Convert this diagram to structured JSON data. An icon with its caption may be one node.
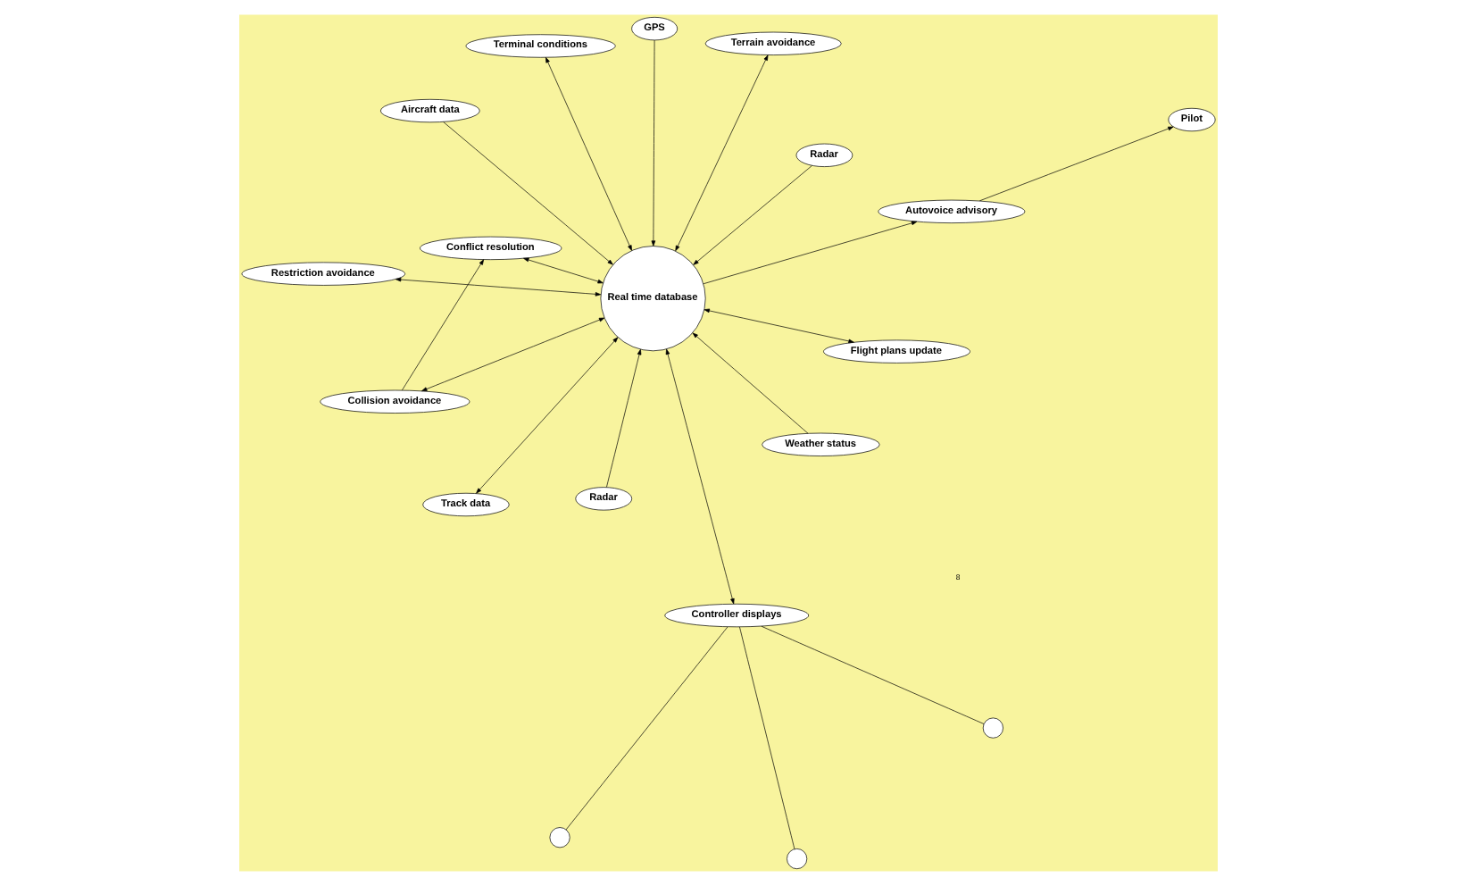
{
  "diagram": {
    "nodes": [
      {
        "text": [
          "Collision avoidance"
        ]
      },
      {
        "text": [
          "Flight plans update"
        ]
      },
      {
        "text": [
          "Radar"
        ]
      },
      {
        "text": [
          "GPS"
        ]
      },
      {
        "text": [
          "Radar"
        ]
      },
      {
        "text": [
          "Conflict resolution"
        ]
      },
      {
        "text": [
          "Track data"
        ]
      },
      {
        "text": [],
        "shape": "circle"
      },
      {
        "text": [],
        "shape": "circle"
      },
      {
        "text": [],
        "shape": "circle"
      },
      {
        "text": [
          "Controller displays"
        ]
      },
      {
        "text": [
          "Restriction avoidance"
        ]
      },
      {
        "text": [
          "Real time database"
        ]
      },
      {
        "text": [
          "Autovoice advisory"
        ]
      },
      {
        "text": [
          "Terrain avoidance"
        ]
      },
      {
        "text": [
          "Weather status"
        ]
      },
      {
        "text": [
          "Pilot"
        ]
      },
      {
        "text": [
          "Terminal conditions"
        ]
      },
      {
        "text": [
          "Aircraft data"
        ]
      }
    ],
    "edges": [
      {
        "from": 0,
        "to": 5,
        "arrow": "to"
      },
      {
        "from": 0,
        "to": 12,
        "arrow": "both"
      },
      {
        "from": 1,
        "to": 12,
        "arrow": "both"
      },
      {
        "from": 2,
        "to": 12,
        "arrow": "to"
      },
      {
        "from": 3,
        "to": 12,
        "arrow": "to"
      },
      {
        "from": 4,
        "to": 12,
        "arrow": "to"
      },
      {
        "from": 5,
        "to": 12,
        "arrow": "both"
      },
      {
        "from": 6,
        "to": 12,
        "arrow": "both"
      },
      {
        "from": 12,
        "to": 10,
        "arrow": "both"
      },
      {
        "from": 10,
        "to": 7,
        "arrow": "none"
      },
      {
        "from": 10,
        "to": 8,
        "arrow": "none"
      },
      {
        "from": 10,
        "to": 9,
        "arrow": "none"
      },
      {
        "from": 11,
        "to": 12,
        "arrow": "both"
      },
      {
        "from": 12,
        "to": 13,
        "arrow": "to"
      },
      {
        "from": 13,
        "to": 16,
        "arrow": "to"
      },
      {
        "from": 14,
        "to": 12,
        "arrow": "both"
      },
      {
        "from": 15,
        "to": 12,
        "arrow": "to"
      },
      {
        "from": 18,
        "to": 12,
        "arrow": "to"
      },
      {
        "from": 17,
        "to": 12,
        "arrow": "both"
      }
    ],
    "labels": [
      "8"
    ]
  }
}
